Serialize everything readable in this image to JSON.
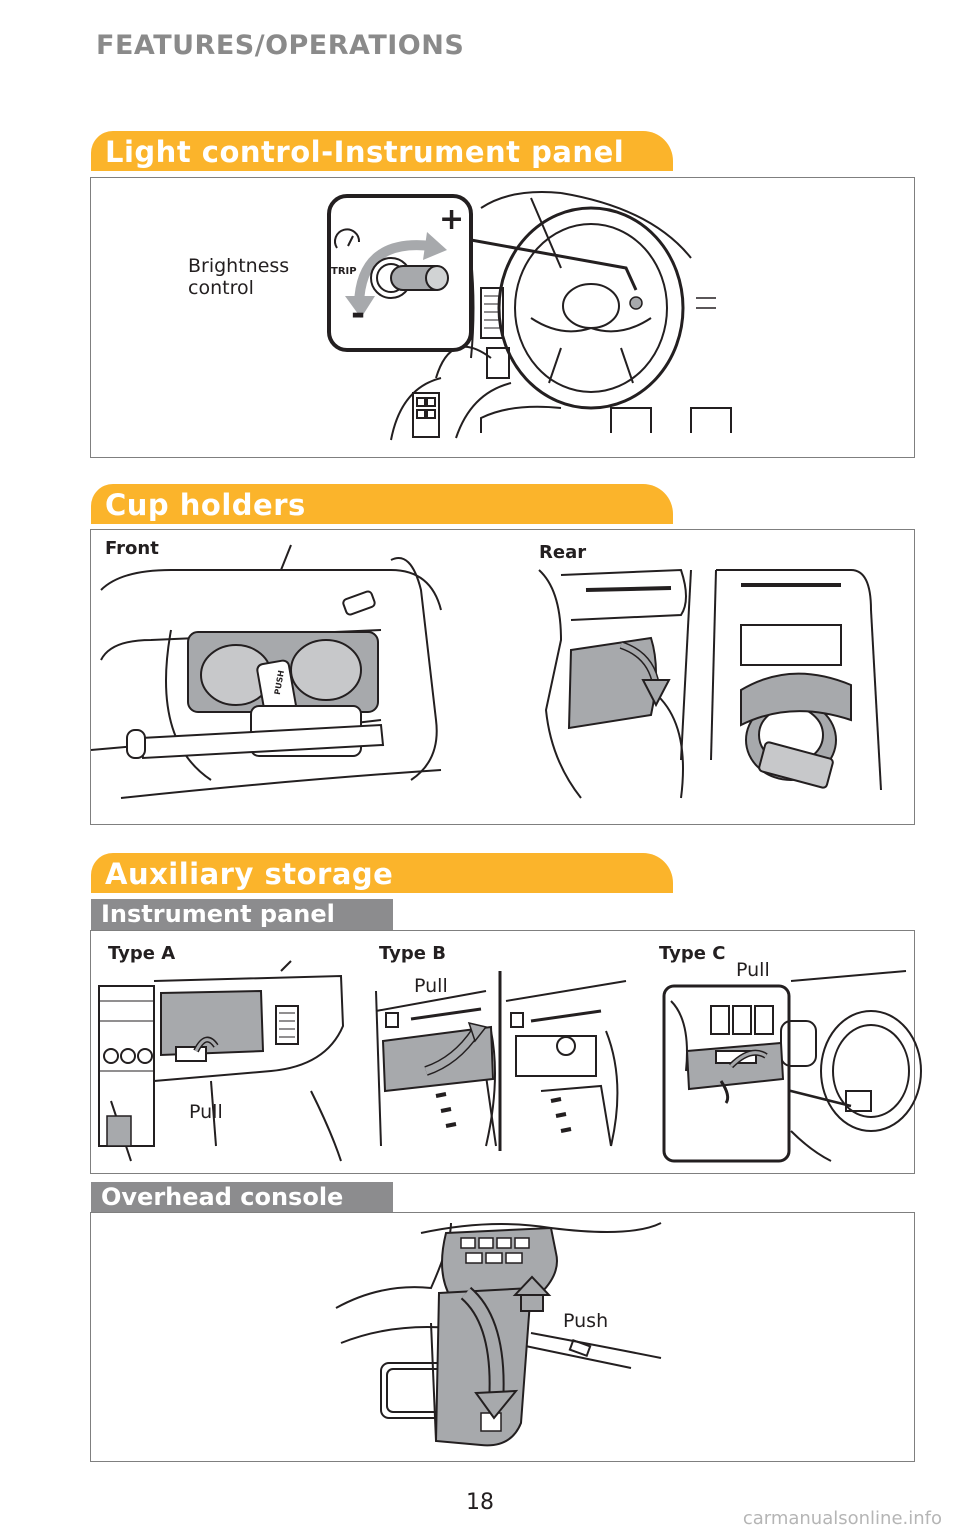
{
  "page": {
    "header": "FEATURES/OPERATIONS",
    "page_number": "18",
    "watermark": "carmanualsonline.info"
  },
  "light_control": {
    "title": "Light control-Instrument panel",
    "label": "Brightness\ncontrol",
    "plus": "+",
    "minus": "-",
    "trip": "TRIP"
  },
  "cup_holders": {
    "title": "Cup holders",
    "front_label": "Front",
    "rear_label": "Rear",
    "push_text": "PUSH"
  },
  "aux_storage": {
    "title": "Auxiliary storage",
    "instrument_panel": {
      "subtitle": "Instrument panel",
      "type_a": "Type A",
      "type_b": "Type B",
      "type_c": "Type C",
      "pull_a": "Pull",
      "pull_b": "Pull",
      "pull_c": "Pull"
    },
    "overhead_console": {
      "subtitle": "Overhead console",
      "push": "Push"
    }
  },
  "colors": {
    "section_bar": "#fbb42b",
    "sub_bar": "#8c8c8e",
    "header_text": "#8a8a8a",
    "illustration_fill": "#a7a9ac"
  }
}
